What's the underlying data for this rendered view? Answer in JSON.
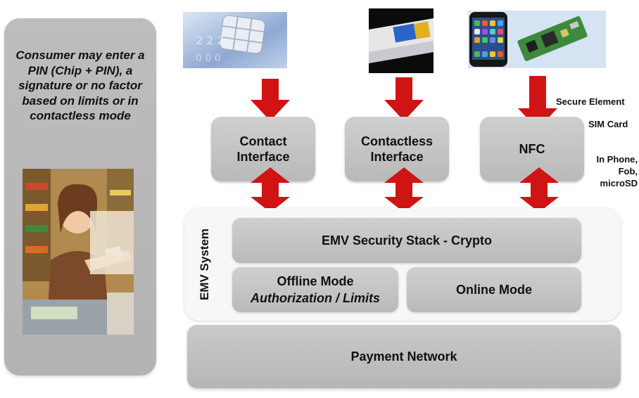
{
  "consumer_panel": {
    "text": "Consumer may enter a PIN (Chip + PIN), a signature or no factor based on limits or in contactless mode"
  },
  "interfaces": {
    "contact": "Contact Interface",
    "contactless": "Contactless Interface",
    "nfc": "NFC"
  },
  "side_labels": {
    "secure_element": "Secure Element",
    "sim_card": "SIM Card",
    "in_phone": "In Phone, Fob, microSD"
  },
  "emv_system": {
    "label": "EMV System",
    "security_stack": "EMV Security Stack - Crypto",
    "offline_mode": "Offline Mode",
    "offline_sub": "Authorization / Limits",
    "online_mode": "Online Mode"
  },
  "payment_network": "Payment Network",
  "colors": {
    "arrow_red": "#d01414",
    "box_gray": "#c4c4c4",
    "panel_gray": "#b8b8b8",
    "container_white": "#f7f7f7"
  },
  "icons": {
    "chip_card": "chip-card-image",
    "contactless_card": "contactless-card-image",
    "nfc_phone": "nfc-phone-image",
    "consumer": "consumer-photo"
  }
}
